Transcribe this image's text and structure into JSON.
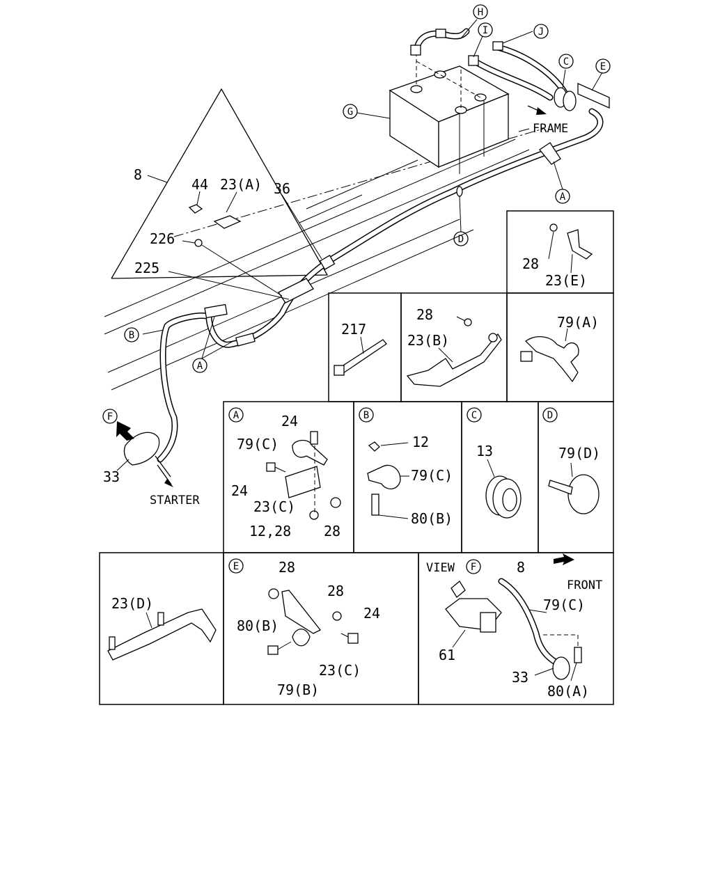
{
  "labels": {
    "n8": "8",
    "n44": "44",
    "n23a": "23(A)",
    "n36": "36",
    "n226": "226",
    "n225": "225",
    "frame": "FRAME",
    "starter": "STARTER",
    "n33": "33",
    "n28_e": "28",
    "n23e": "23(E)",
    "n217": "217",
    "n28_b": "28",
    "n23b": "23(B)",
    "n79a": "79(A)",
    "a_24top": "24",
    "a_79c": "79(C)",
    "a_24left": "24",
    "a_23c": "23(C)",
    "a_1228": "12,28",
    "a_28": "28",
    "b_12": "12",
    "b_79c": "79(C)",
    "b_80b": "80(B)",
    "c_13": "13",
    "d_79d": "79(D)",
    "n23d": "23(D)",
    "e_28a": "28",
    "e_28b": "28",
    "e_24": "24",
    "e_80b": "80(B)",
    "e_23c": "23(C)",
    "e_79b": "79(B)",
    "view": "VIEW",
    "v_8": "8",
    "front": "FRONT",
    "v_79c": "79(C)",
    "v_61": "61",
    "v_33": "33",
    "v_80a": "80(A)"
  },
  "callouts": {
    "H": "H",
    "I": "I",
    "J": "J",
    "C": "C",
    "E": "E",
    "G": "G",
    "A1": "A",
    "D1": "D",
    "B1": "B",
    "A2": "A",
    "F1": "F",
    "secA": "A",
    "secB": "B",
    "secC": "C",
    "secD": "D",
    "secE": "E",
    "viewF": "F"
  },
  "icons": [
    "arrow-icon",
    "fastener-icon",
    "clip-icon",
    "grommet-icon",
    "battery-icon"
  ]
}
